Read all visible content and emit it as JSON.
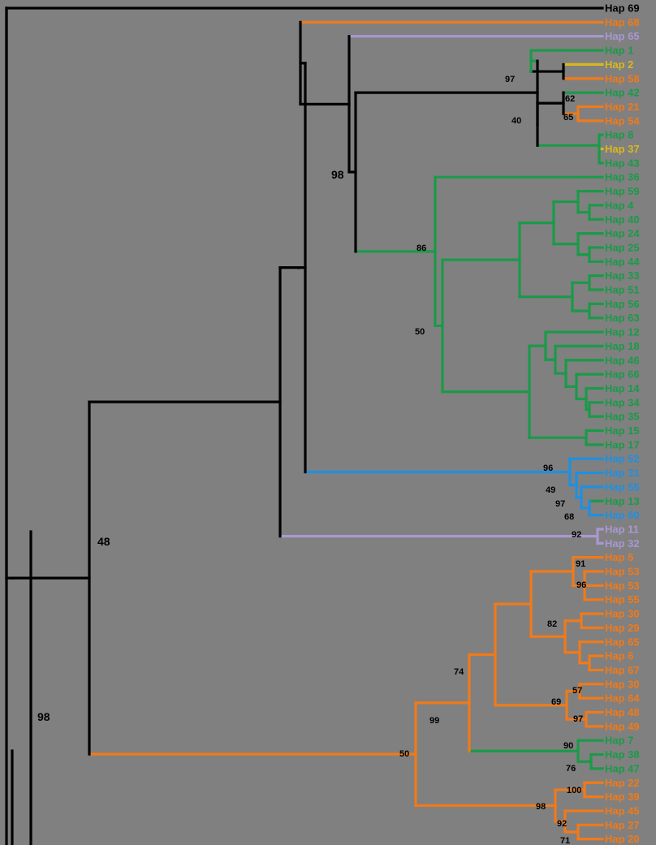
{
  "tips": [
    {
      "label": "Hap 69",
      "color": "black"
    },
    {
      "label": "Hap 68",
      "color": "orange"
    },
    {
      "label": "Hap 65",
      "color": "lavender"
    },
    {
      "label": "Hap 1",
      "color": "green"
    },
    {
      "label": "Hap 2",
      "color": "yellow"
    },
    {
      "label": "Hap 58",
      "color": "orange"
    },
    {
      "label": "Hap 42",
      "color": "green"
    },
    {
      "label": "Hap 21",
      "color": "orange"
    },
    {
      "label": "Hap 54",
      "color": "orange"
    },
    {
      "label": "Hap 8",
      "color": "green"
    },
    {
      "label": "Hap 37",
      "color": "yellow"
    },
    {
      "label": "Hap 43",
      "color": "green"
    },
    {
      "label": "Hap 36",
      "color": "green"
    },
    {
      "label": "Hap 59",
      "color": "green"
    },
    {
      "label": "Hap 4",
      "color": "green"
    },
    {
      "label": "Hap 40",
      "color": "green"
    },
    {
      "label": "Hap 24",
      "color": "green"
    },
    {
      "label": "Hap 25",
      "color": "green"
    },
    {
      "label": "Hap 44",
      "color": "green"
    },
    {
      "label": "Hap 33",
      "color": "green"
    },
    {
      "label": "Hap 51",
      "color": "green"
    },
    {
      "label": "Hap 56",
      "color": "green"
    },
    {
      "label": "Hap 63",
      "color": "green"
    },
    {
      "label": "Hap 12",
      "color": "green"
    },
    {
      "label": "Hap 18",
      "color": "green"
    },
    {
      "label": "Hap 46",
      "color": "green"
    },
    {
      "label": "Hap 66",
      "color": "green"
    },
    {
      "label": "Hap 14",
      "color": "green"
    },
    {
      "label": "Hap 34",
      "color": "green"
    },
    {
      "label": "Hap 35",
      "color": "green"
    },
    {
      "label": "Hap 15",
      "color": "green"
    },
    {
      "label": "Hap 17",
      "color": "green"
    },
    {
      "label": "Hap 52",
      "color": "blue"
    },
    {
      "label": "Hap 31",
      "color": "blue"
    },
    {
      "label": "Hap 55",
      "color": "blue"
    },
    {
      "label": "Hap 13",
      "color": "green"
    },
    {
      "label": "Hap 60",
      "color": "blue"
    },
    {
      "label": "Hap 11",
      "color": "lavender"
    },
    {
      "label": "Hap 32",
      "color": "lavender"
    },
    {
      "label": "Hap 5",
      "color": "orange"
    },
    {
      "label": "Hap 53",
      "color": "orange"
    },
    {
      "label": "Hap 53",
      "color": "orange"
    },
    {
      "label": "Hap 55",
      "color": "orange"
    },
    {
      "label": "Hap 30",
      "color": "orange"
    },
    {
      "label": "Hap 29",
      "color": "orange"
    },
    {
      "label": "Hap 65",
      "color": "orange"
    },
    {
      "label": "Hap 6",
      "color": "orange"
    },
    {
      "label": "Hap 67",
      "color": "orange"
    },
    {
      "label": "Hap 30",
      "color": "orange"
    },
    {
      "label": "Hap 64",
      "color": "orange"
    },
    {
      "label": "Hap 48",
      "color": "orange"
    },
    {
      "label": "Hap 49",
      "color": "orange"
    },
    {
      "label": "Hap 7",
      "color": "green"
    },
    {
      "label": "Hap 38",
      "color": "green"
    },
    {
      "label": "Hap 47",
      "color": "green"
    },
    {
      "label": "Hap 22",
      "color": "orange"
    },
    {
      "label": "Hap 39",
      "color": "orange"
    },
    {
      "label": "Hap 45",
      "color": "orange"
    },
    {
      "label": "Hap 27",
      "color": "orange"
    },
    {
      "label": "Hap 20",
      "color": "orange"
    }
  ],
  "bootstraps": [
    "97",
    "40",
    "62",
    "65",
    "98",
    "86",
    "50",
    "96",
    "49",
    "97",
    "68",
    "92",
    "48",
    "98",
    "91",
    "96",
    "82",
    "74",
    "99",
    "69",
    "57",
    "97",
    "90",
    "76",
    "50",
    "100",
    "98",
    "92",
    "71"
  ],
  "colors": {
    "background": "#808080",
    "black": "#000000",
    "orange": "#f07a1a",
    "lavender": "#a898d0",
    "green": "#1a9a48",
    "yellow": "#d8b820",
    "blue": "#1e90e0"
  }
}
